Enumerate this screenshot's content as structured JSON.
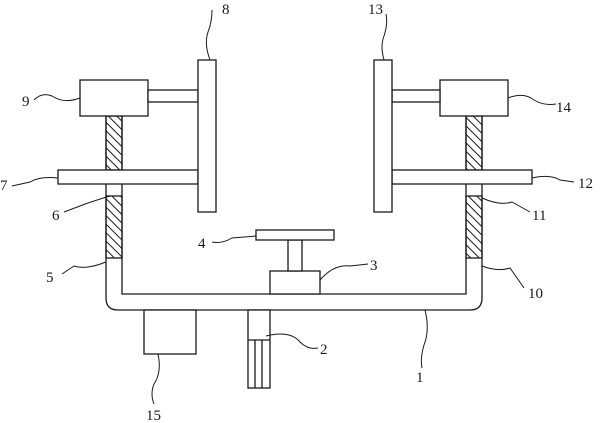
{
  "diagram": {
    "labels": {
      "l1": "1",
      "l2": "2",
      "l3": "3",
      "l4": "4",
      "l5": "5",
      "l6": "6",
      "l7": "7",
      "l8": "8",
      "l9": "9",
      "l10": "10",
      "l11": "11",
      "l12": "12",
      "l13": "13",
      "l14": "14",
      "l15": "15"
    },
    "colors": {
      "line": "#1a1a1a",
      "hatch": "#1a1a1a",
      "background": "#ffffff"
    }
  }
}
